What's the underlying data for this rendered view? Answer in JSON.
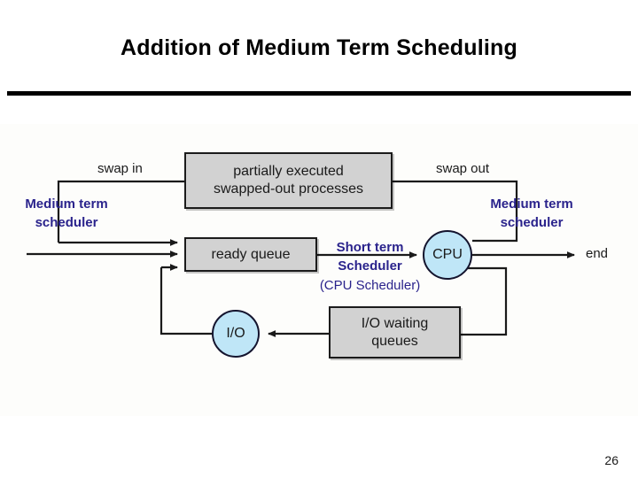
{
  "slide": {
    "title": "Addition of Medium Term Scheduling",
    "page_number": "26"
  },
  "diagram": {
    "type": "flow-diagram",
    "background_color": "#fdfdfb",
    "box_fill": "#d2d2d2",
    "box_stroke": "#1b1b1b",
    "circle_fill": "#bfe6f7",
    "circle_stroke": "#14142e",
    "annotation_color": "#2a238c",
    "line_color": "#1a1a1a",
    "nodes": [
      {
        "id": "swapped-box",
        "shape": "rect",
        "lines": [
          "partially executed",
          "swapped-out processes"
        ]
      },
      {
        "id": "ready-queue-box",
        "shape": "rect",
        "lines": [
          "ready queue"
        ]
      },
      {
        "id": "io-waiting-box",
        "shape": "rect",
        "lines": [
          "I/O waiting",
          "queues"
        ]
      },
      {
        "id": "cpu-circle",
        "shape": "circle",
        "lines": [
          "CPU"
        ]
      },
      {
        "id": "io-circle",
        "shape": "circle",
        "lines": [
          "I/O"
        ]
      }
    ],
    "connector_labels": {
      "swap_in": "swap in",
      "swap_out": "swap out",
      "end": "end"
    },
    "annotations": {
      "medium_term_left": [
        "Medium term",
        "scheduler"
      ],
      "medium_term_right": [
        "Medium term",
        "scheduler"
      ],
      "short_term": [
        "Short term",
        "Scheduler",
        "(CPU Scheduler)"
      ]
    }
  }
}
